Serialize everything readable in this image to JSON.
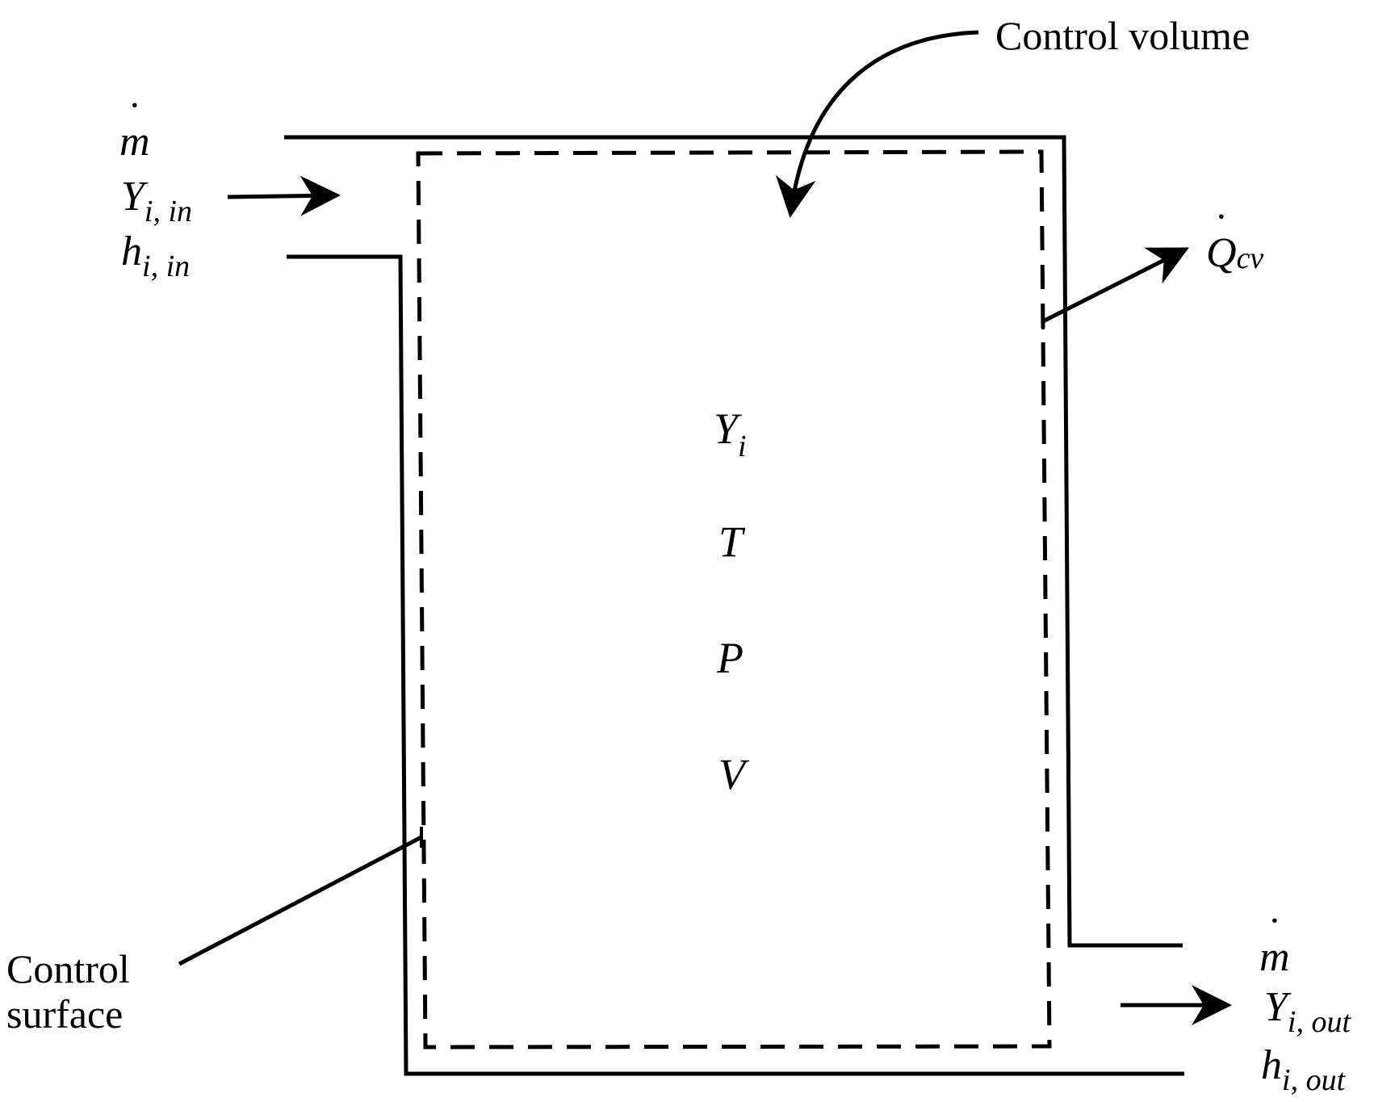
{
  "labels": {
    "control_volume": "Control volume",
    "control_surface_line1": "Control",
    "control_surface_line2": "surface"
  },
  "inlet": {
    "mass_flow_symbol": "m",
    "species_symbol": "Y",
    "species_sub": "i",
    "species_sub_tail": ", in",
    "enthalpy_symbol": "h",
    "enthalpy_sub": "i",
    "enthalpy_sub_tail": ", in"
  },
  "outlet": {
    "mass_flow_symbol": "m",
    "species_symbol": "Y",
    "species_sub": "i",
    "species_sub_tail": ", out",
    "enthalpy_symbol": "h",
    "enthalpy_sub": "i",
    "enthalpy_sub_tail": ", out"
  },
  "heat": {
    "symbol": "Q",
    "sub": "cv"
  },
  "state_variables": {
    "mass_fraction_symbol": "Y",
    "mass_fraction_sub": "i",
    "temperature": "T",
    "pressure": "P",
    "volume": "V"
  },
  "colors": {
    "line": "#000000",
    "background": "#ffffff"
  }
}
